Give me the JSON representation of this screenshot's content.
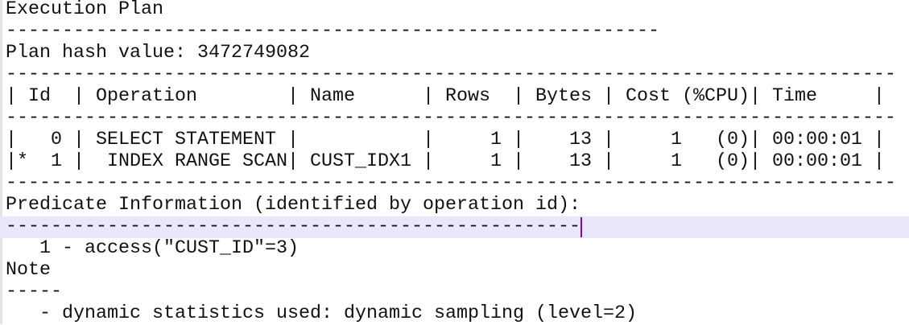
{
  "editor": {
    "current_line_index": 10,
    "colors": {
      "current_line": "#e8e8fa",
      "caret": "#8a00d4",
      "text": "#111111"
    },
    "lines": [
      "Execution Plan",
      "----------------------------------------------------------",
      "Plan hash value: 3472749082",
      "-------------------------------------------------------------------------------",
      "| Id  | Operation        | Name      | Rows  | Bytes | Cost (%CPU)| Time     |",
      "-------------------------------------------------------------------------------",
      "|   0 | SELECT STATEMENT |           |     1 |    13 |     1   (0)| 00:00:01 |",
      "|*  1 |  INDEX RANGE SCAN| CUST_IDX1 |     1 |    13 |     1   (0)| 00:00:01 |",
      "-------------------------------------------------------------------------------",
      "Predicate Information (identified by operation id):",
      "---------------------------------------------------",
      "   1 - access(\"CUST_ID\"=3)",
      "Note",
      "-----",
      "   - dynamic statistics used: dynamic sampling (level=2)"
    ]
  }
}
